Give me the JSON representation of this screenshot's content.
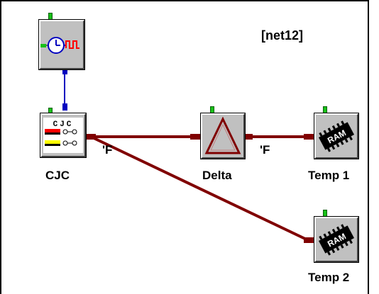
{
  "diagram": {
    "title": "[net12]",
    "blocks": [
      {
        "id": "clock",
        "label": ""
      },
      {
        "id": "cjc",
        "label": "CJC",
        "icon_text": "CJC"
      },
      {
        "id": "delta",
        "label": "Delta"
      },
      {
        "id": "temp1",
        "label": "Temp 1",
        "icon_text": "RAM"
      },
      {
        "id": "temp2",
        "label": "Temp 2",
        "icon_text": "RAM"
      }
    ],
    "unit_labels": [
      "'F",
      "'F"
    ],
    "colors": {
      "wire_data": "#800000",
      "wire_clock": "#0000c0",
      "port_in": "#18c018",
      "block_face": "#c0c0c0"
    }
  }
}
